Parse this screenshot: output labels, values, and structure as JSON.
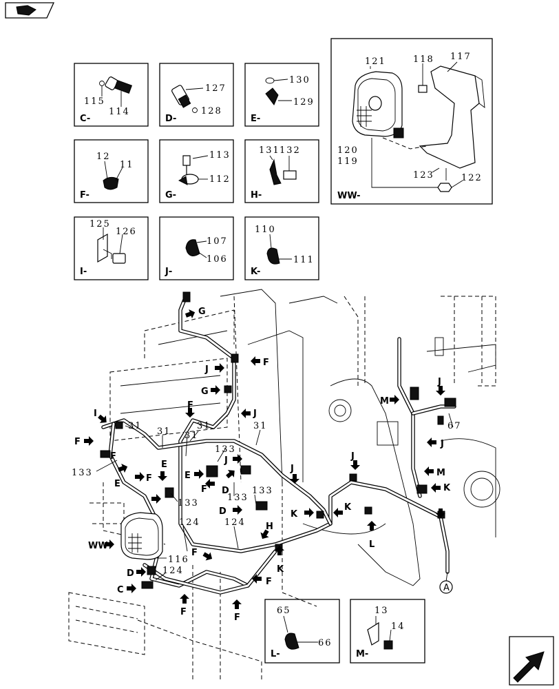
{
  "detail_views": [
    {
      "id": "C",
      "label": "C-",
      "parts": [
        "115",
        "114"
      ]
    },
    {
      "id": "D",
      "label": "D-",
      "parts": [
        "127",
        "128"
      ]
    },
    {
      "id": "E",
      "label": "E-",
      "parts": [
        "130",
        "129"
      ]
    },
    {
      "id": "F",
      "label": "F-",
      "parts": [
        "12",
        "11"
      ]
    },
    {
      "id": "G",
      "label": "G-",
      "parts": [
        "113",
        "112"
      ]
    },
    {
      "id": "H",
      "label": "H-",
      "parts": [
        "131",
        "132"
      ]
    },
    {
      "id": "I",
      "label": "I-",
      "parts": [
        "125",
        "126"
      ]
    },
    {
      "id": "J",
      "label": "J-",
      "parts": [
        "107",
        "106"
      ]
    },
    {
      "id": "K",
      "label": "K-",
      "parts": [
        "110",
        "111"
      ]
    },
    {
      "id": "WW",
      "label": "WW-",
      "parts": [
        "121",
        "118",
        "117",
        "120",
        "119",
        "123",
        "122"
      ]
    },
    {
      "id": "L",
      "label": "L-",
      "parts": [
        "65",
        "66"
      ]
    },
    {
      "id": "M",
      "label": "M-",
      "parts": [
        "13",
        "14"
      ]
    }
  ],
  "main": {
    "part_numbers": [
      "31",
      "31",
      "31",
      "31",
      "31",
      "133",
      "133",
      "133",
      "133",
      "133",
      "124",
      "124",
      "124",
      "116",
      "67"
    ],
    "callouts": [
      "G",
      "F",
      "J",
      "G",
      "J",
      "I",
      "F",
      "F",
      "F",
      "E",
      "E",
      "F",
      "E",
      "F",
      "D",
      "J",
      "D",
      "H",
      "K",
      "J",
      "K",
      "K",
      "J",
      "L",
      "M",
      "J",
      "J",
      "M",
      "K",
      "WW",
      "F",
      "D",
      "C",
      "F",
      "F",
      "F"
    ],
    "connector_ref": "A"
  },
  "icons": {
    "top_left": "book-arrow-icon",
    "bottom_right": "next-page-arrow-icon"
  }
}
